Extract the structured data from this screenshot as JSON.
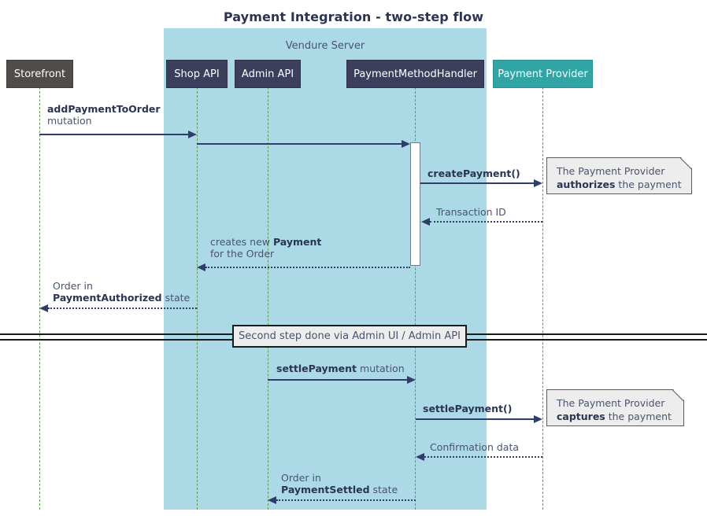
{
  "title": "Payment Integration - two-step flow",
  "group": {
    "label": "Vendure Server"
  },
  "participants": [
    {
      "name": "storefront",
      "label": "Storefront"
    },
    {
      "name": "shop-api",
      "label": "Shop API"
    },
    {
      "name": "admin-api",
      "label": "Admin API"
    },
    {
      "name": "payment-method-handler",
      "label": "PaymentMethodHandler"
    },
    {
      "name": "payment-provider",
      "label": "Payment Provider"
    }
  ],
  "messages": [
    {
      "name": "add-payment-to-order",
      "bold": "addPaymentToOrder",
      "rest": "",
      "line2_plain": "mutation",
      "from": "storefront",
      "to": "shop-api"
    },
    {
      "name": "shop-api-to-handler",
      "bold": "",
      "rest": "",
      "from": "shop-api",
      "to": "payment-method-handler"
    },
    {
      "name": "create-payment",
      "bold": "createPayment()",
      "rest": "",
      "from": "payment-method-handler",
      "to": "payment-provider"
    },
    {
      "name": "transaction-id",
      "bold": "",
      "rest": "Transaction ID",
      "from": "payment-provider",
      "to": "payment-method-handler"
    },
    {
      "name": "creates-new-payment",
      "pre": "creates new ",
      "bold": "Payment",
      "line2_plain": "for the Order",
      "from": "payment-method-handler",
      "to": "shop-api"
    },
    {
      "name": "order-payment-authorized",
      "line1_plain": "Order in",
      "bold": "PaymentAuthorized",
      "post": " state",
      "from": "shop-api",
      "to": "storefront"
    },
    {
      "name": "settle-payment-mutation",
      "bold": "settlePayment",
      "post": " mutation",
      "from": "admin-api",
      "to": "payment-method-handler"
    },
    {
      "name": "settle-payment-call",
      "bold": "settlePayment()",
      "rest": "",
      "from": "payment-method-handler",
      "to": "payment-provider"
    },
    {
      "name": "confirmation-data",
      "rest": "Confirmation data",
      "from": "payment-provider",
      "to": "payment-method-handler"
    },
    {
      "name": "order-payment-settled",
      "line1_plain": "Order in",
      "bold": "PaymentSettled",
      "post": " state",
      "from": "payment-method-handler",
      "to": "admin-api"
    }
  ],
  "notes": [
    {
      "name": "note-authorizes",
      "line1": "The Payment Provider",
      "bold": "authorizes",
      "line2_post": " the payment"
    },
    {
      "name": "note-captures",
      "line1": "The Payment Provider",
      "bold": "captures",
      "line2_post": " the payment"
    }
  ],
  "divider": {
    "label": "Second step done via Admin UI / Admin API"
  },
  "labels": {
    "mutation": "mutation",
    "transaction_id": "Transaction ID",
    "creates_new_pre": "creates new ",
    "payment_bold": "Payment",
    "for_the_order": "for the Order",
    "order_in": "Order in",
    "payment_authorized": "PaymentAuthorized",
    "payment_settled": "PaymentSettled",
    "state_suffix": " state",
    "add_payment_to_order": "addPaymentToOrder",
    "create_payment": "createPayment()",
    "settle_payment": "settlePayment",
    "settle_payment_call": "settlePayment()",
    "mutation_suffix": " mutation",
    "confirmation_data": "Confirmation data",
    "the_payment_provider": "The Payment Provider",
    "authorizes": "authorizes",
    "captures": "captures",
    "the_payment_suffix": " the payment"
  },
  "colors": {
    "group_fill": "#abd9e6",
    "participant_dark": "#3b3f5c",
    "participant_gray": "#4f4c4a",
    "participant_teal": "#31a5a5",
    "lifeline": "#5f9c4d",
    "arrow": "#2e3d6b",
    "note_fill": "#ededed",
    "text": "#4a5470"
  }
}
